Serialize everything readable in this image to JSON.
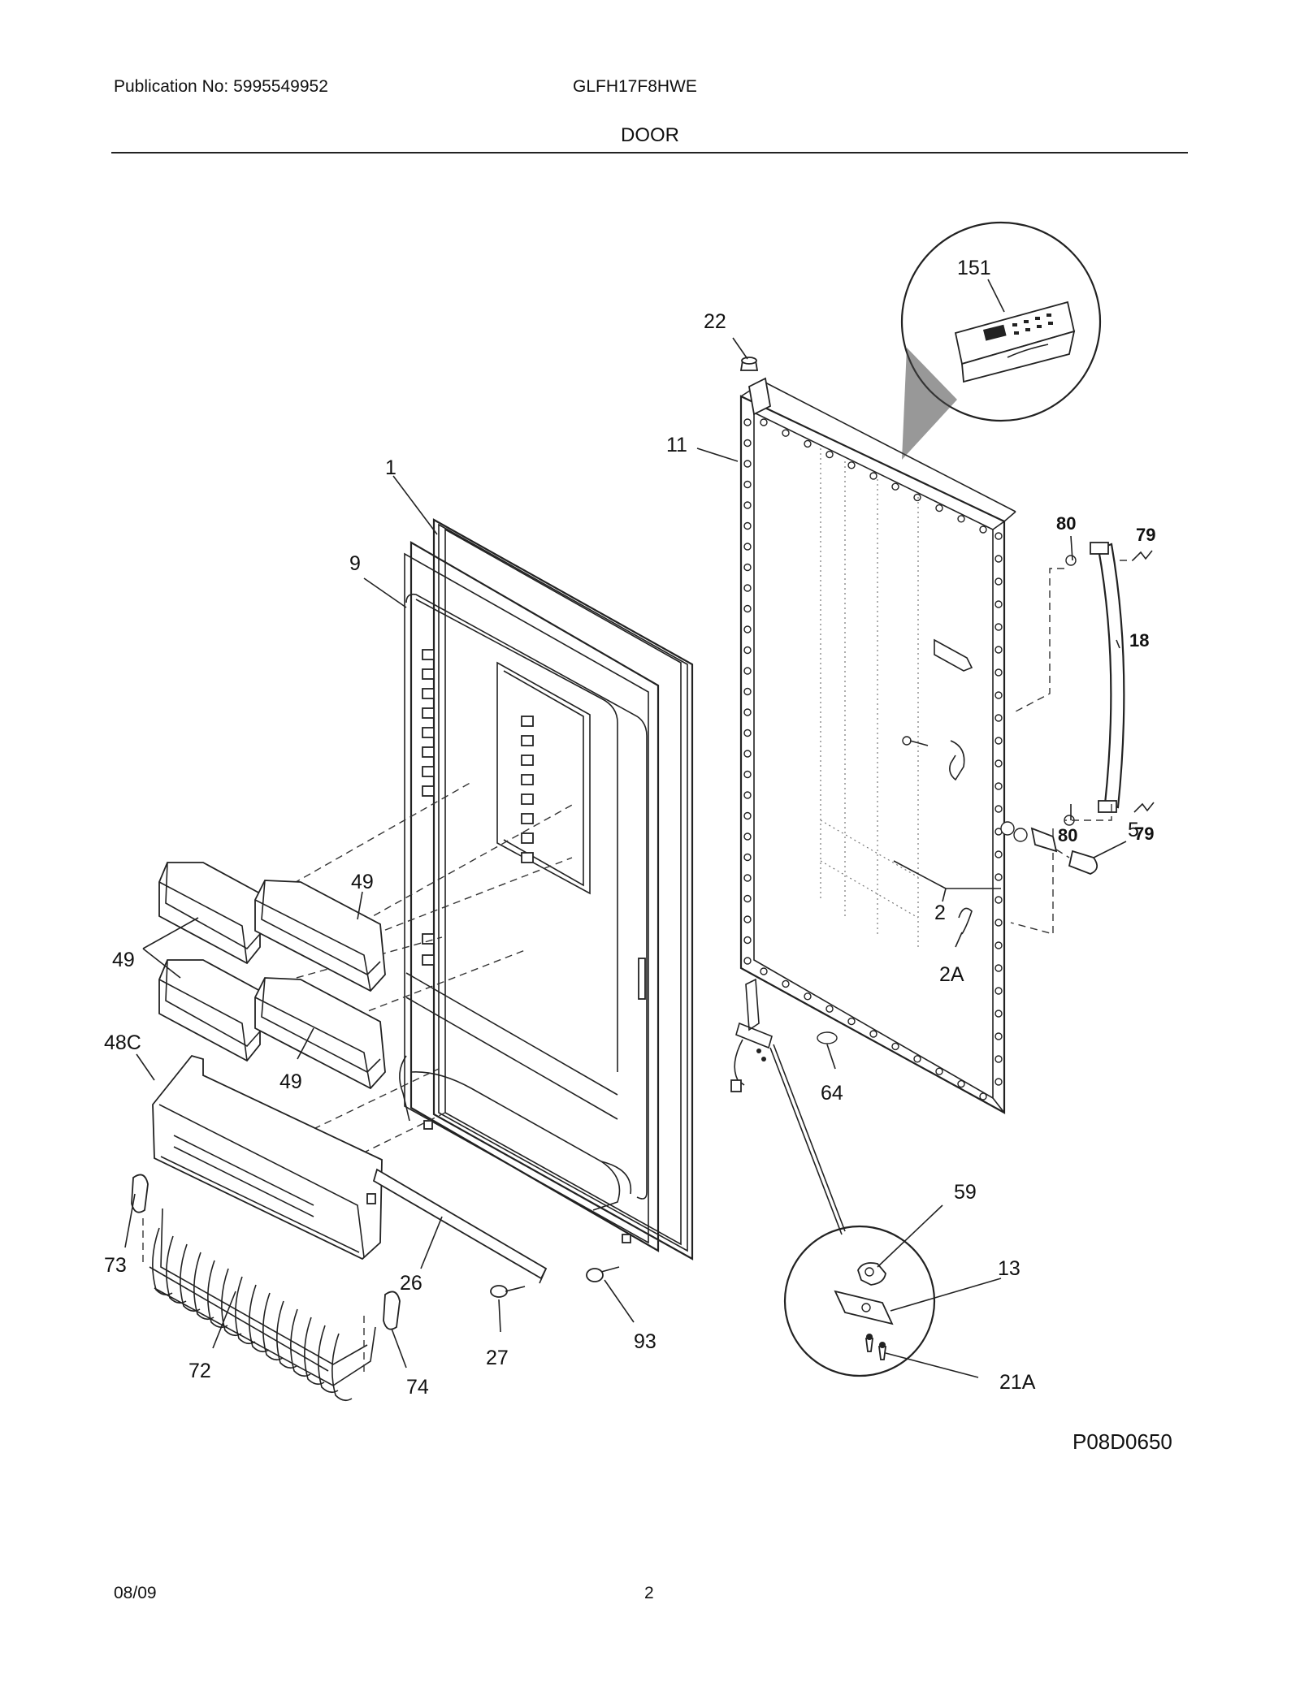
{
  "header": {
    "publication": "Publication No: 5995549952",
    "model": "GLFH17F8HWE",
    "section": "DOOR"
  },
  "diagram_code": "P08D0650",
  "footer": {
    "date": "08/09",
    "page": "2"
  },
  "callouts": {
    "c151": "151",
    "c22": "22",
    "c11": "11",
    "c1": "1",
    "c9": "9",
    "c80a": "80",
    "c79a": "79",
    "c18": "18",
    "c80b": "80",
    "c79b": "79",
    "c5": "5",
    "c2": "2",
    "c2A": "2A",
    "c49a": "49",
    "c49b": "49",
    "c49c": "49",
    "c48C": "48C",
    "c64": "64",
    "c59": "59",
    "c13": "13",
    "c21A": "21A",
    "c73": "73",
    "c26": "26",
    "c93": "93",
    "c27": "27",
    "c72": "72",
    "c74": "74"
  }
}
